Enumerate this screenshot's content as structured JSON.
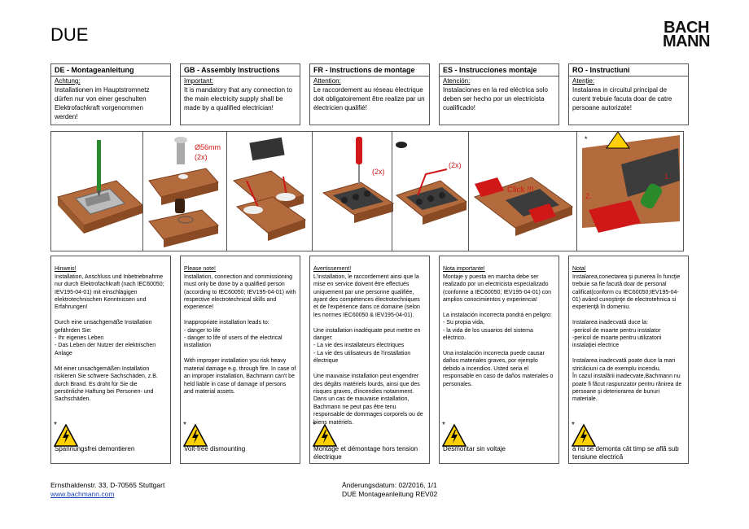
{
  "header": {
    "title": "DUE",
    "logo_text": "BACH MANN"
  },
  "lang_boxes": [
    {
      "heading": "DE - Montageanleitung",
      "label": "Achtung:",
      "text": "Installationen im Hauptstromnetz dürfen nur von einer geschulten Elektrofachkraft vorgenommen werden!"
    },
    {
      "heading": "GB - Assembly Instructions",
      "label": "Important:",
      "text": "It is mandatory that any connection to the main electricity supply shall be made by a qualified electrician!"
    },
    {
      "heading": "FR - Instructions de montage",
      "label": "Attention:",
      "text": "Le raccordement au réseau électrique doit obligatoirement être realize par un électricien qualifié!"
    },
    {
      "heading": "ES - Instrucciones montaje",
      "label": "Atención:",
      "text": "Instalaciones en la red eléctrica solo deben ser hecho por un electricista cualificado!"
    },
    {
      "heading": "RO - Instructiuni",
      "label": "Atenţie:",
      "text": "Instalarea in circuitul principal de curent trebuie facuta doar de catre persoane autorizate!"
    }
  ],
  "illustration": {
    "hole_size": "Ø56mm",
    "count_2x": "(2x)",
    "click_text": "Click !!!",
    "step1": "1.",
    "step2": "2."
  },
  "notes": [
    {
      "title": "Hinweis!",
      "text": "Installation, Anschluss und Inbetriebnahme nur durch Elektrofachkraft (nach IEC60050; IEV195-04-01) mit einschlägigen elektrotechnischen Kenntnissen und Erfahrungen!\n\nDurch eine unsachgemäße Installation gefährden Sie:\n- Ihr eigenes Leben\n- Das Leben der Nutzer der elektrischen Anlage\n\nMit einer unsachgemäßen Installation riskieren Sie schwere Sachschäden, z.B. durch Brand. Es droht für Sie die persönliche Haftung bei Personen- und Sachschäden.",
      "warning": "Spannungsfrei demontieren"
    },
    {
      "title": "Please note!",
      "text": "Installation, connection and commissioning must only be done by a qualified person (according to IEC60050; IEV195-04-01) with respective electrotechnical skills and experience!\n\nInappropriate installation leads to:\n- danger to life\n- danger to life of users of the electrical installation\n\nWith improper installation you risk heavy material damage e.g. through fire. In case of an improper installation, Bachmann can't be held liable in case of damage of persons and material assets.",
      "warning": "Volt-free  dismounting"
    },
    {
      "title": "Avertissement!",
      "text": "L'installation, le raccordement ainsi que la mise en service doivent être effectués uniquement  par une personne qualifiée, ayant des compétences électrotechniques et de l'expérience dans ce domaine (selon les normes IEC60050 & IEV195-04-01).\n\nUne installation inadéquate peut mettre en danger:\n- La vie des installateurs électriques\n- La vie des utilisateurs de l'installation électrique\n\nUne mauvaise installation peut engendrer des dégâts matériels lourds, ainsi que des risques graves, d'incendies notamment. Dans un cas de mauvaise installation, Bachmann ne peut pas être tenu responsable de dommages corporels ou de biens matériels.",
      "warning": "Montage et démontage hors tension électrique"
    },
    {
      "title": "Nota importante!",
      "text": "Montaje y puesta en marcha debe ser realizado por un electricista especializado (conforme a IEC60050; IEV195-04-01) con amplios conocimientos y experiencia!\n\nLa instalación incorrecta pondrá en peligro:\n-  Su propia vida,\n-  la vida de los usuarios del sistema eléctrico.\n\nUna instalación incorrecta puede causar  daños materiales graves, por ejemplo debido a incendios. Usted seria el  responsable  en caso de daños materiales o personales.",
      "warning": "Desmontar sin voltaje"
    },
    {
      "title": "Nota!",
      "text": "Instalarea,conectarea şi punerea în funcţie trebuie sa fie facută doar de personal calificat(conform cu IEC60050;IEV195-04-01) avȃnd  cunoştinţe de electrotehnica si experienţă în domeniu.\n\nInstalarea inadecvată duce la:\n-pericol de moarte pentru instalator\n-pericol de moarte pentru utilizatorii instalaţiei electrice\n\nInstalarea inadecvată poate duce la  mari stricăciuni ca de exemplu incendiu.\nÎn cazul instalării inadecvate,Bachmann nu poate fi făcut raspunzator pentru rănirea de persoane şi deteriorarea de bunuri materiale.",
      "warning": "a nu se demonta cât timp se află sub tensiune electrică"
    }
  ],
  "footer": {
    "address": "Ernsthaldenstr. 33, D-70565 Stuttgart",
    "website": "www.bachmann.com",
    "change_date": "Änderungsdatum: 02/2016, 1/1",
    "doc_name": "DUE Montageanleitung REV02"
  },
  "colors": {
    "wood": "#b36a3c",
    "wood_dark": "#8a4a24",
    "socket": "#3c3c3c",
    "red": "#d01818",
    "green": "#2b8a2b"
  }
}
